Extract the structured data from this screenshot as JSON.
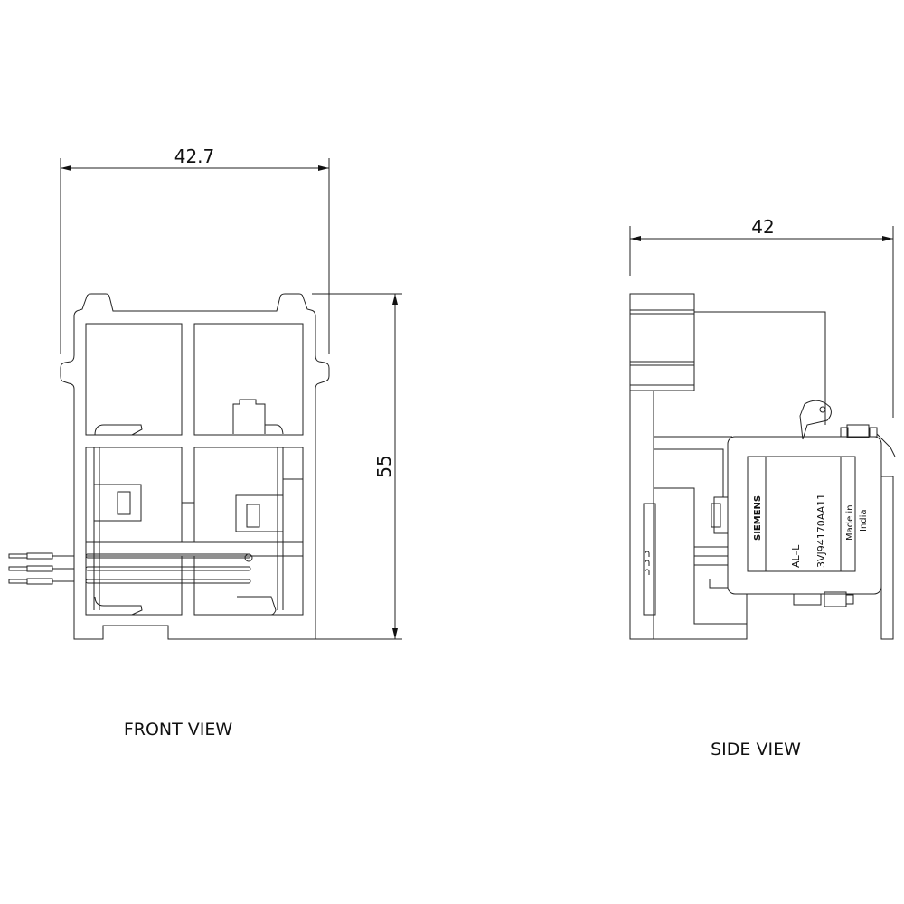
{
  "front_view": {
    "caption": "FRONT VIEW",
    "width_dimension": "42.7",
    "height_dimension": "55"
  },
  "side_view": {
    "caption": "SIDE VIEW",
    "depth_dimension": "42",
    "label": {
      "brand": "SIEMENS",
      "model": "AL–L",
      "part_number": "3VJ94170AA11",
      "origin_line1": "Made  in",
      "origin_line2": "India"
    }
  }
}
